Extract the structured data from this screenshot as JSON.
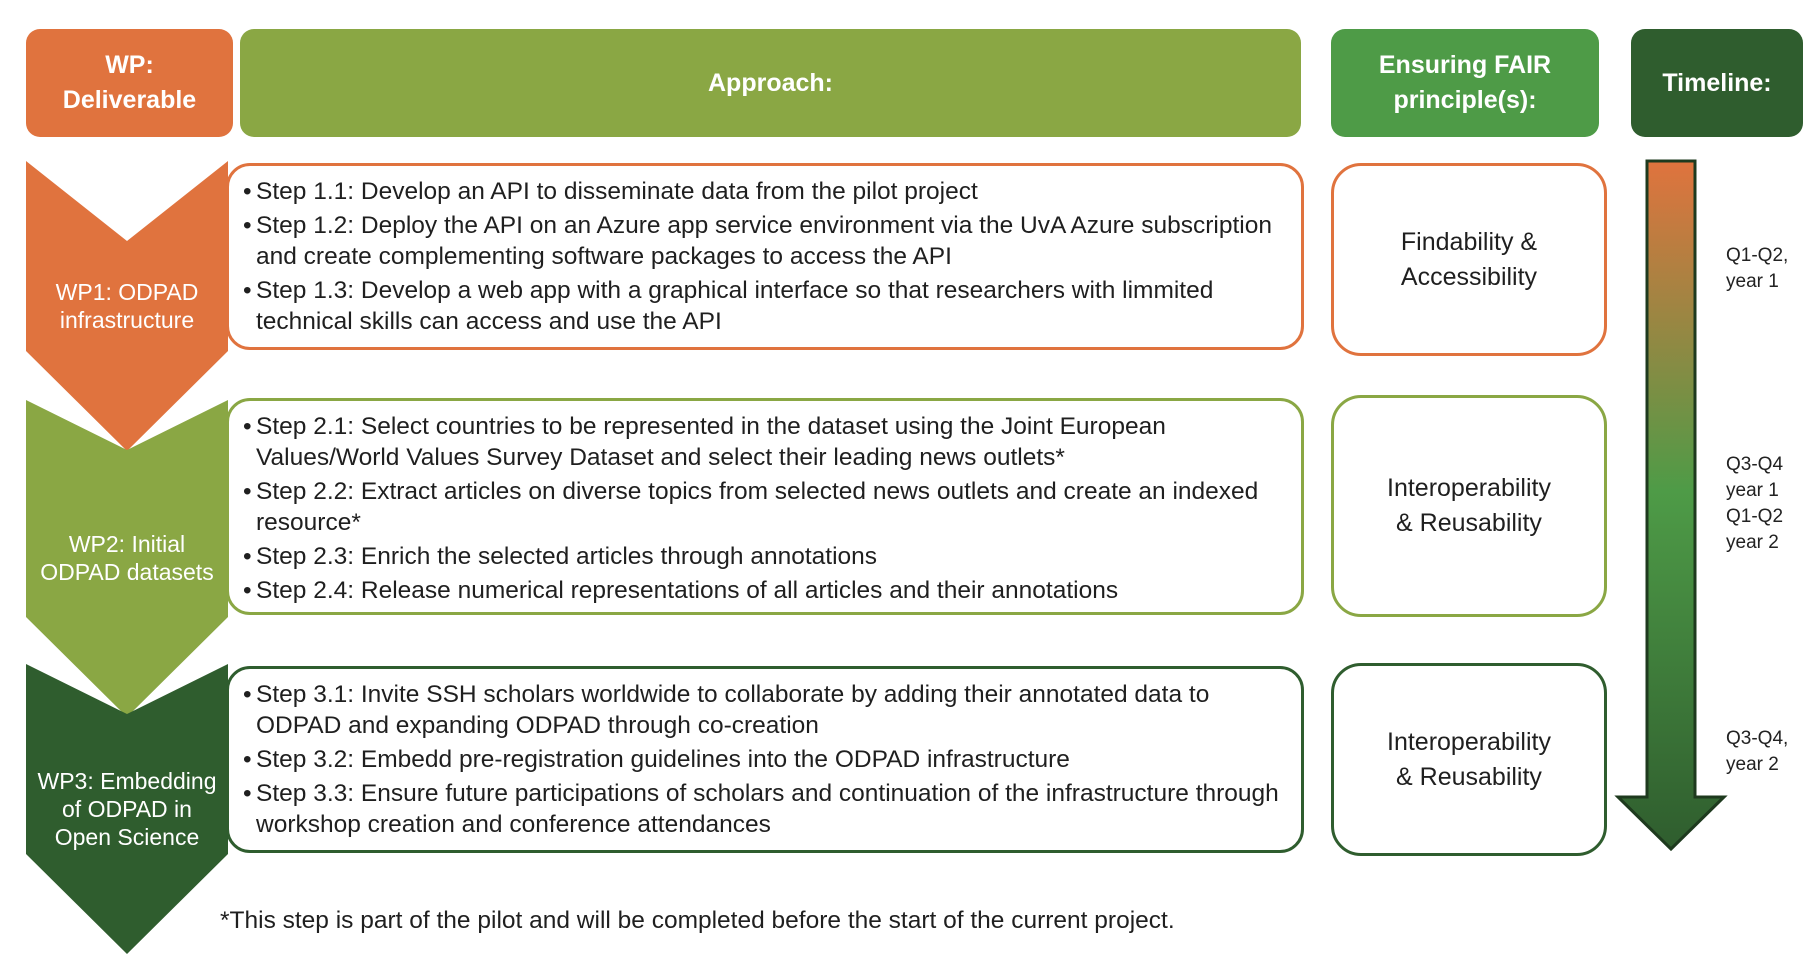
{
  "headers": {
    "wp": "WP:\nDeliverable",
    "approach": "Approach:",
    "fair": "Ensuring FAIR\nprinciple(s):",
    "timeline": "Timeline:"
  },
  "colors": {
    "orange": "#e0733e",
    "light_green": "#8aa744",
    "green": "#4e9b47",
    "dark_green": "#2f5d2e"
  },
  "workpackages": [
    {
      "label": "WP1: ODPAD\ninfrastructure",
      "steps": [
        "Step 1.1: Develop an API to disseminate data from the pilot project",
        "Step 1.2: Deploy the API on an Azure app service environment via the UvA Azure subscription and create complementing software packages to access the API",
        "Step 1.3: Develop a web app with a graphical interface so that researchers with limmited technical skills can access and use the API"
      ],
      "fair": "Findability &\nAccessibility",
      "timeline": "Q1-Q2,\nyear 1"
    },
    {
      "label": "WP2: Initial\nODPAD datasets",
      "steps": [
        "Step 2.1: Select countries to be represented in the dataset using the Joint European Values/World Values Survey Dataset and select their leading news outlets*",
        "Step 2.2: Extract articles on diverse topics from selected news outlets and create an indexed resource*",
        "Step 2.3: Enrich the selected articles through annotations",
        "Step 2.4: Release numerical representations of all articles and their annotations"
      ],
      "fair": "Interoperability\n& Reusability",
      "timeline": "Q3-Q4\nyear 1\nQ1-Q2\nyear 2"
    },
    {
      "label": "WP3: Embedding\nof ODPAD in\nOpen Science",
      "steps": [
        "Step 3.1: Invite SSH scholars worldwide to collaborate by adding their annotated data to ODPAD and expanding ODPAD through co-creation",
        "Step 3.2: Embedd pre-registration guidelines into the ODPAD infrastructure",
        "Step 3.3: Ensure future participations of scholars and continuation of the infrastructure through workshop creation and conference attendances"
      ],
      "fair": "Interoperability\n& Reusability",
      "timeline": "Q3-Q4,\nyear 2"
    }
  ],
  "bullet": "•",
  "footnote": "*This step is part of the pilot and will be completed before the start of the current project."
}
